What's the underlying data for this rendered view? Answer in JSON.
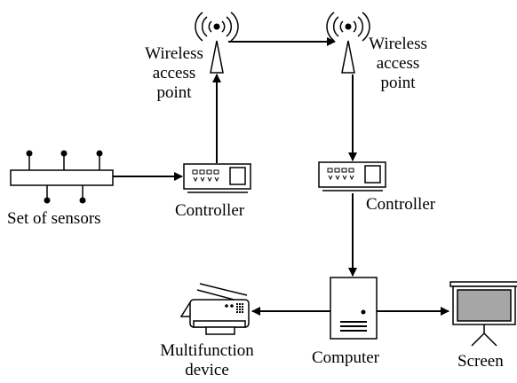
{
  "labels": {
    "sensors": "Set of sensors",
    "controller_left": "Controller",
    "controller_right": "Controller",
    "wap_left": [
      "Wireless",
      "access",
      "point"
    ],
    "wap_right": [
      "Wireless",
      "access",
      "point"
    ],
    "computer": "Computer",
    "multifunction": [
      "Multifunction",
      "device"
    ],
    "screen": "Screen"
  },
  "colors": {
    "line": "#000000",
    "screen_fill": "#a6a6a6",
    "background": "#ffffff"
  }
}
